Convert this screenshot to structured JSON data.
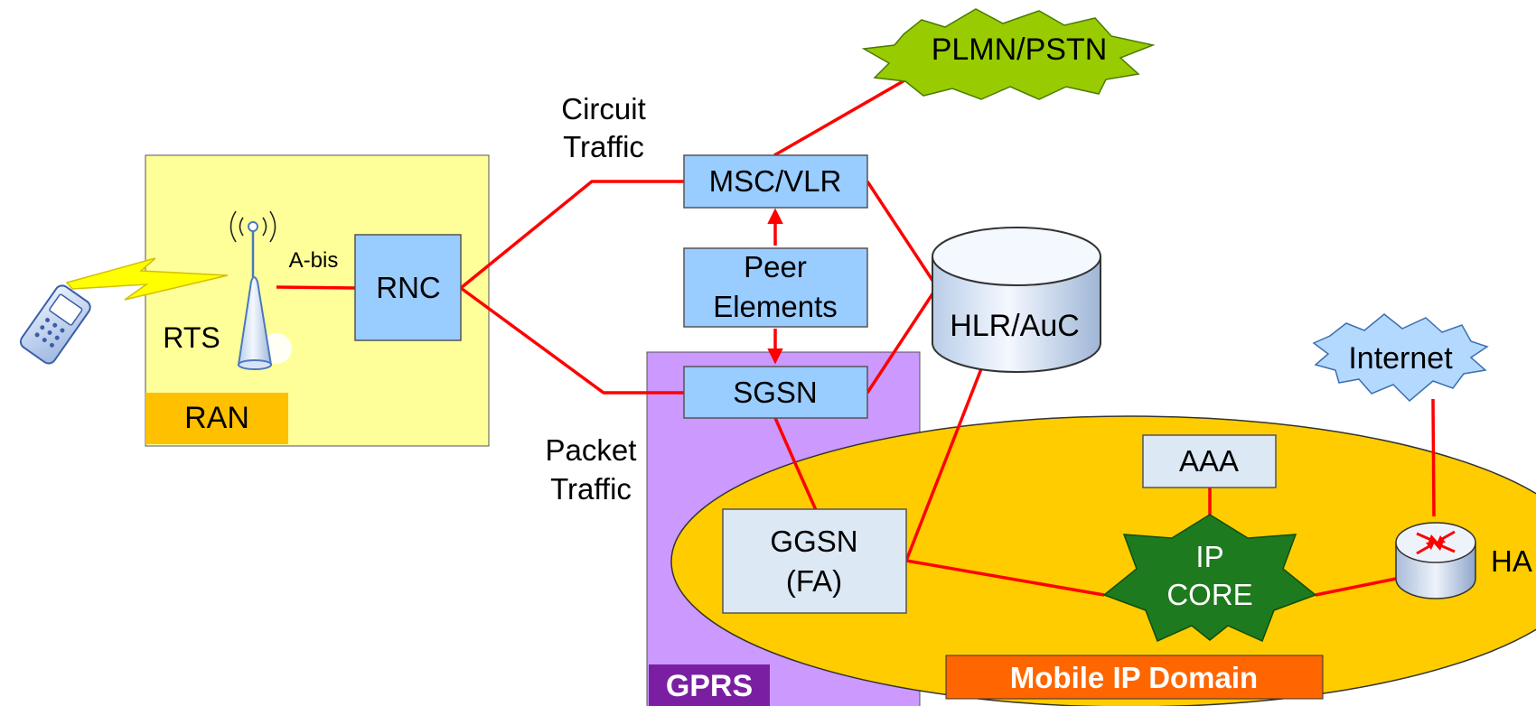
{
  "nodes": {
    "rnc": "RNC",
    "rts": "RTS",
    "msc": "MSC/VLR",
    "peer_line1": "Peer",
    "peer_line2": "Elements",
    "sgsn": "SGSN",
    "hlr": "HLR/AuC",
    "ggsn_line1": "GGSN",
    "ggsn_line2": "(FA)",
    "aaa": "AAA",
    "ipcore_line1": "IP",
    "ipcore_line2": "CORE",
    "ha": "HA",
    "plmn": "PLMN/PSTN",
    "internet": "Internet"
  },
  "domains": {
    "ran": "RAN",
    "gprs": "GPRS",
    "mobile_ip": "Mobile IP Domain"
  },
  "annotations": {
    "abis": "A-bis",
    "circuit_line1": "Circuit",
    "circuit_line2": "Traffic",
    "packet_line1": "Packet",
    "packet_line2": "Traffic"
  },
  "colors": {
    "ran_bg": "#ffff99",
    "ran_tag": "#ffc000",
    "gprs_bg": "#cc99ff",
    "gprs_tag": "#7b1fa2",
    "mobile_ip_bg": "#ffcc00",
    "mobile_ip_tag": "#ff6600",
    "node_blue": "#99ccff",
    "node_light": "#dde8f5",
    "link_red": "#ff0000",
    "plmn_cloud": "#99cc00",
    "internet_cloud": "#b3d9ff",
    "ip_core": "#1e7a1e"
  }
}
